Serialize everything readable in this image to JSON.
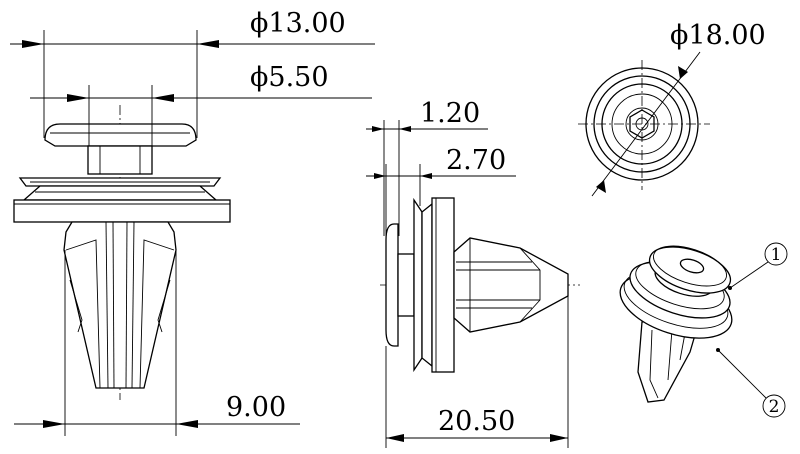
{
  "dimensions": {
    "head_diameter": "ϕ13.00",
    "shank_diameter": "ϕ5.50",
    "flange_diameter": "ϕ18.00",
    "head_thickness": "1.20",
    "flange_thickness": "2.70",
    "leg_width": "9.00",
    "overall_length": "20.50"
  },
  "callouts": {
    "one": "1",
    "two": "2"
  }
}
